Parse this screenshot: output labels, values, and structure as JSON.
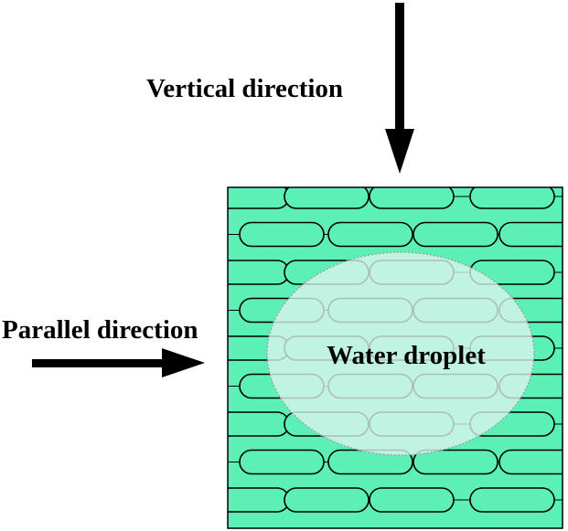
{
  "labels": {
    "vertical": "Vertical direction",
    "parallel": "Parallel direction",
    "droplet": "Water droplet"
  },
  "colors": {
    "surface_fill": "#5cf0b6",
    "groove_stroke": "#000000",
    "droplet_fill": "#dcf4ee",
    "droplet_stroke": "#9aa7a2",
    "arrow": "#000000"
  },
  "icons": {
    "vertical_arrow": "arrow-down-icon",
    "parallel_arrow": "arrow-right-icon"
  }
}
